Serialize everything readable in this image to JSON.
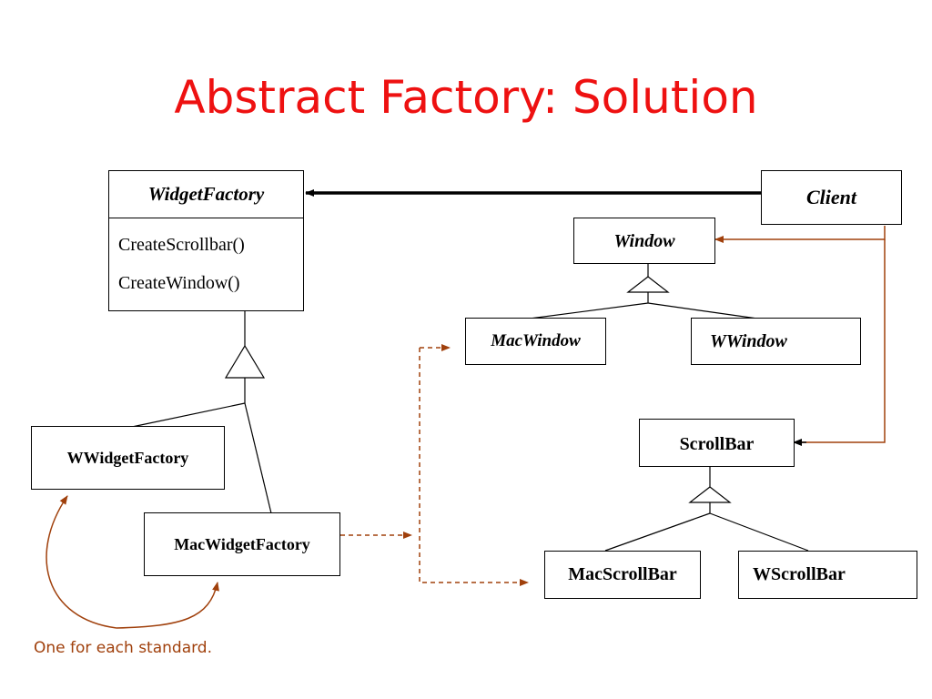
{
  "title": "Abstract Factory: Solution",
  "widget_factory": {
    "name": "WidgetFactory",
    "operations": [
      "CreateScrollbar()",
      "CreateWindow()"
    ]
  },
  "client": "Client",
  "window": "Window",
  "mac_window": "MacWindow",
  "w_window": "WWindow",
  "w_widget_factory": "WWidgetFactory",
  "mac_widget_factory": "MacWidgetFactory",
  "scrollbar": "ScrollBar",
  "mac_scrollbar": "MacScrollBar",
  "w_scrollbar": "WScrollBar",
  "note": "One for each standard.",
  "colors": {
    "title": "#ee1111",
    "dependency": "#a0400c",
    "lines": "#000000"
  }
}
